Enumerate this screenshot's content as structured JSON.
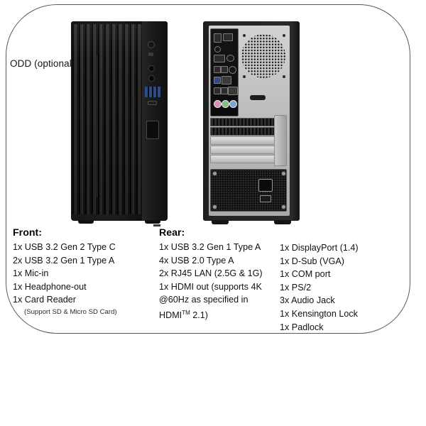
{
  "diagram": {
    "callout": {
      "label": "ODD (optional)",
      "line_color": "#8bb6dd"
    },
    "views": {
      "front_view_name": "front-tower-image",
      "rear_view_name": "rear-tower-image"
    },
    "frame_border_color": "#5a5a5a"
  },
  "specs": {
    "front": {
      "heading": "Front:",
      "items": [
        "1x USB 3.2 Gen 2 Type C",
        "2x USB 3.2 Gen 1 Type A",
        "1x Mic-in",
        "1x Headphone-out",
        "1x Card Reader"
      ],
      "note": "(Support SD & Micro SD Card)"
    },
    "rear": {
      "heading": "Rear:",
      "items": [
        "1x USB 3.2 Gen 1 Type A",
        "4x USB 2.0 Type A",
        "2x RJ45 LAN (2.5G & 1G)",
        "1x HDMI out (supports 4K",
        "@60Hz as specified in"
      ],
      "hdmi_tail_prefix": "HDMI",
      "hdmi_tail_sup": "TM",
      "hdmi_tail_suffix": " 2.1)"
    },
    "rear_column2": {
      "items": [
        "1x DisplayPort (1.4)",
        "1x D-Sub (VGA)",
        "1x COM port",
        "1x PS/2",
        "3x Audio Jack",
        "1x Kensington Lock",
        "1x Padlock"
      ]
    }
  }
}
